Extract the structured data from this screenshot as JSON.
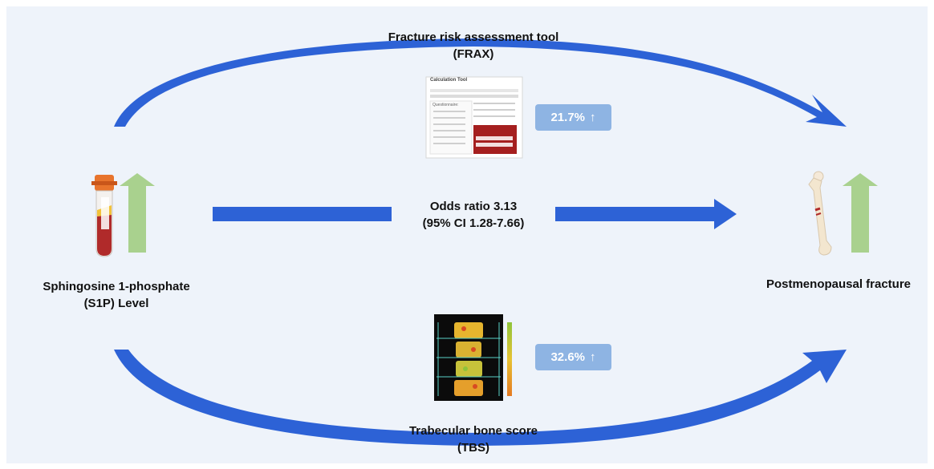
{
  "s1p": {
    "line1": "Sphingosine 1-phosphate",
    "line2": "(S1P) Level"
  },
  "outcome": {
    "label": "Postmenopausal fracture"
  },
  "frax": {
    "line1": "Fracture risk assessment tool",
    "line2": "(FRAX)",
    "increase": "21.7%",
    "tool_title": "Calculation Tool",
    "tool_section": "Questionnaire:"
  },
  "odds": {
    "line1": "Odds ratio 3.13",
    "line2": "(95% CI 1.28-7.66)"
  },
  "tbs": {
    "line1": "Trabecular bone score",
    "line2": "(TBS)",
    "increase": "32.6%"
  },
  "icons": {
    "up_arrow": "↑"
  },
  "colors": {
    "flow_blue": "#2d62d6",
    "badge_blue": "#8eb4e3",
    "increase_green": "#a9d18e",
    "tube_red": "#b02a2a",
    "cap_orange": "#e8742c"
  }
}
